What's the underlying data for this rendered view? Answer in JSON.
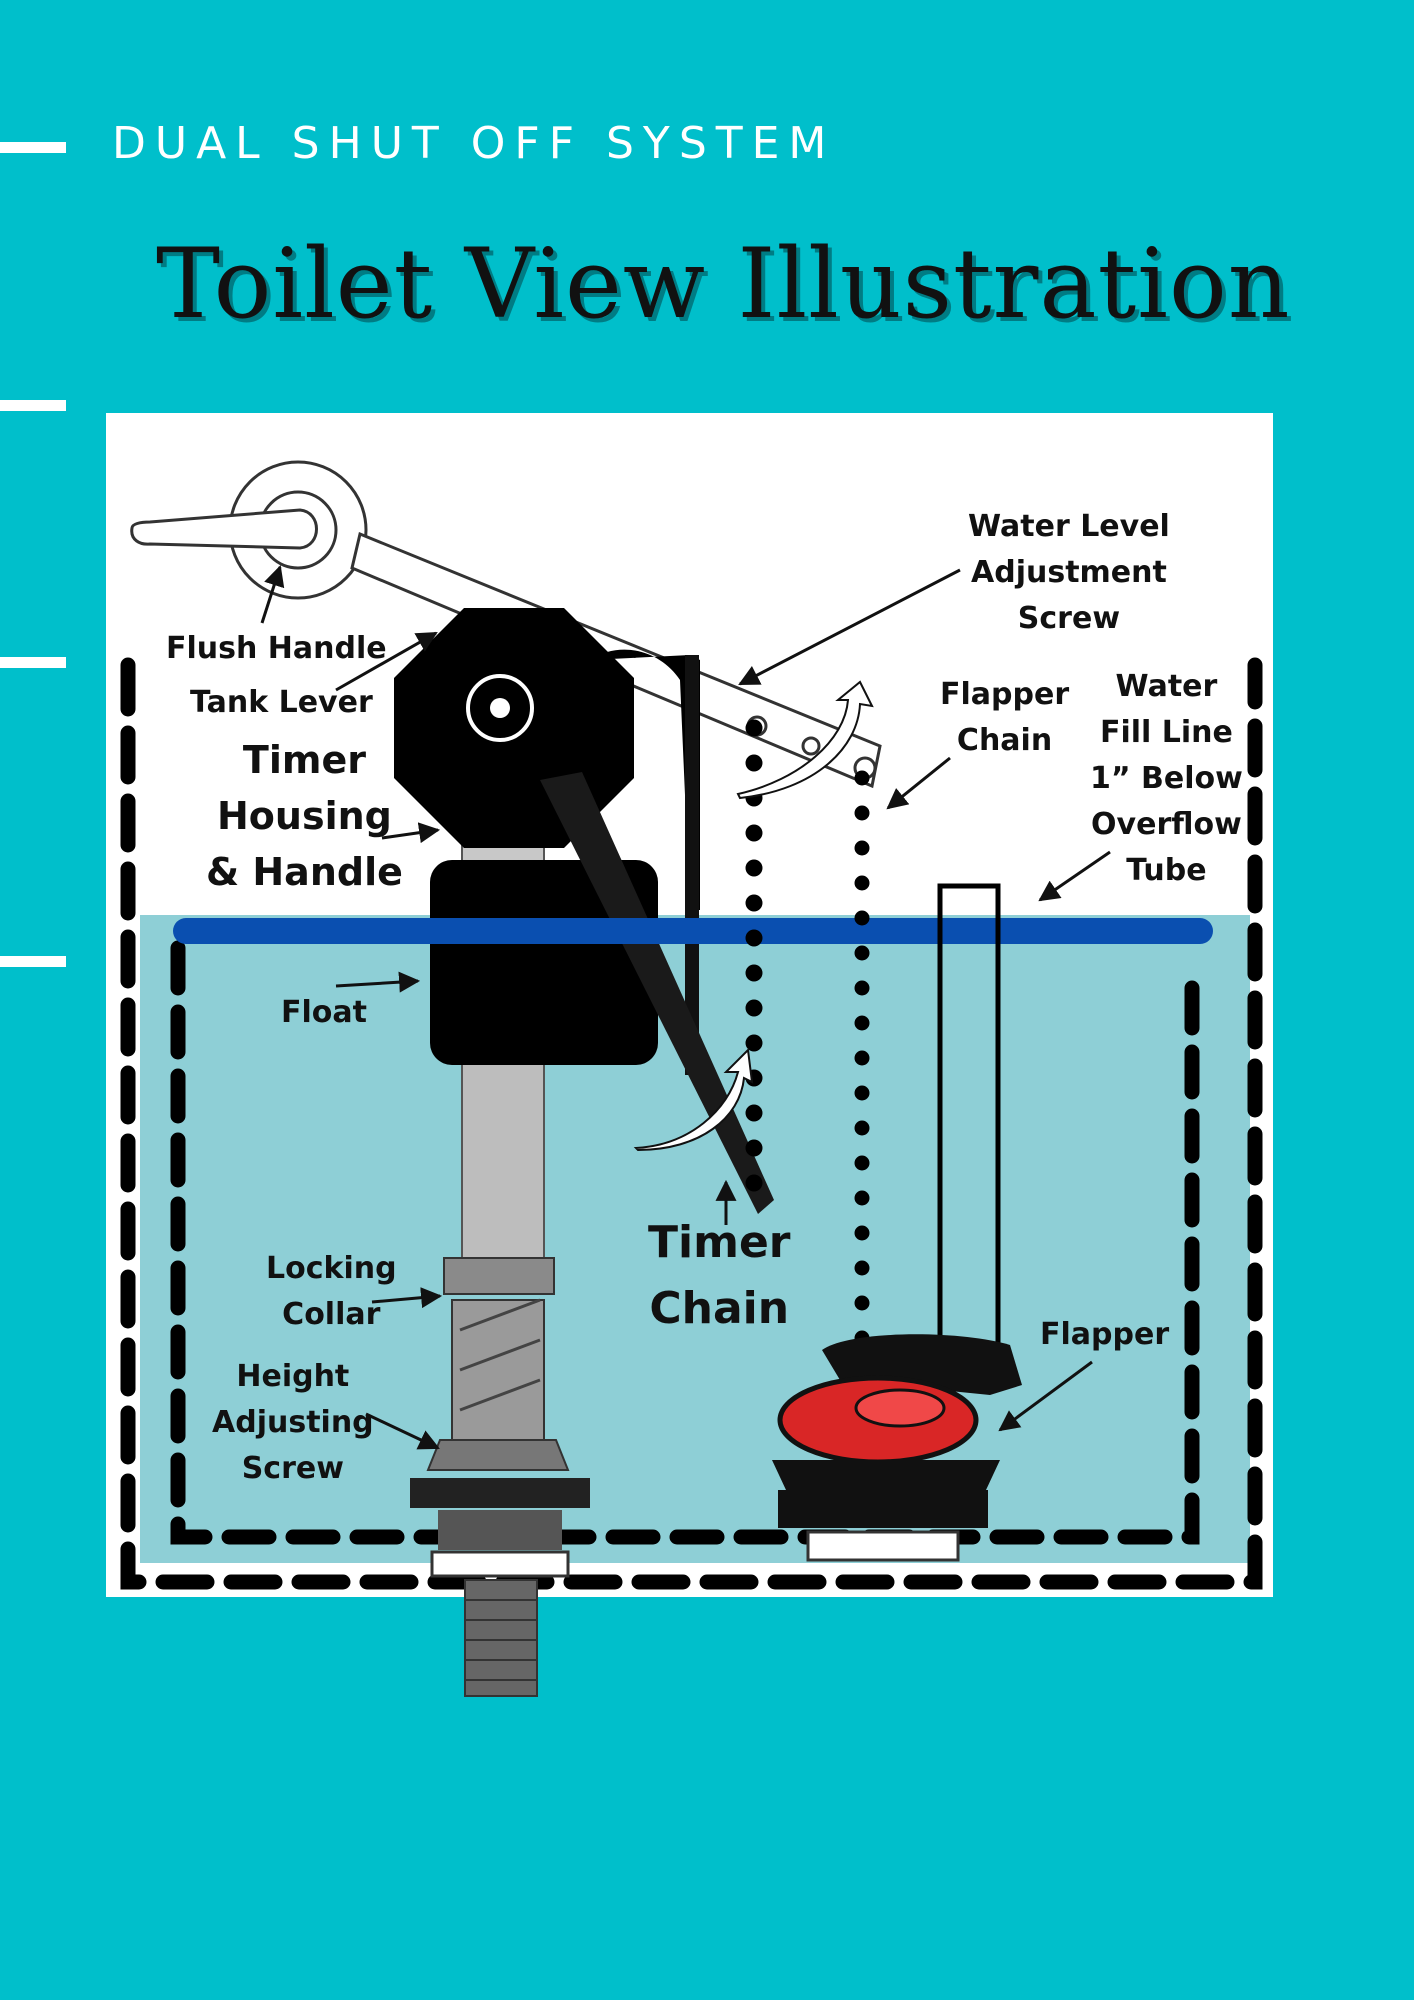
{
  "header": {
    "kicker": "DUAL SHUT OFF SYSTEM",
    "title": "Toilet View Illustration"
  },
  "labels": {
    "flush_handle": "Flush Handle",
    "tank_lever": "Tank Lever",
    "timer_housing": [
      "Timer",
      "Housing",
      "& Handle"
    ],
    "float": "Float",
    "locking_collar": [
      "Locking",
      "Collar"
    ],
    "height_adjusting_screw": [
      "Height",
      "Adjusting",
      "Screw"
    ],
    "timer_chain": [
      "Timer",
      "Chain"
    ],
    "water_level_adjustment_screw": [
      "Water Level",
      "Adjustment",
      "Screw"
    ],
    "flapper_chain": [
      "Flapper",
      "Chain"
    ],
    "water_fill_line": [
      "Water",
      "Fill Line",
      "1” Below",
      "Overflow",
      "Tube"
    ],
    "flapper": "Flapper"
  },
  "colors": {
    "background": "#00BFCB",
    "water": "#8ECFD6",
    "fill_line": "#0A4FB0",
    "flapper": "#D92626",
    "panel": "#FFFFFF"
  }
}
